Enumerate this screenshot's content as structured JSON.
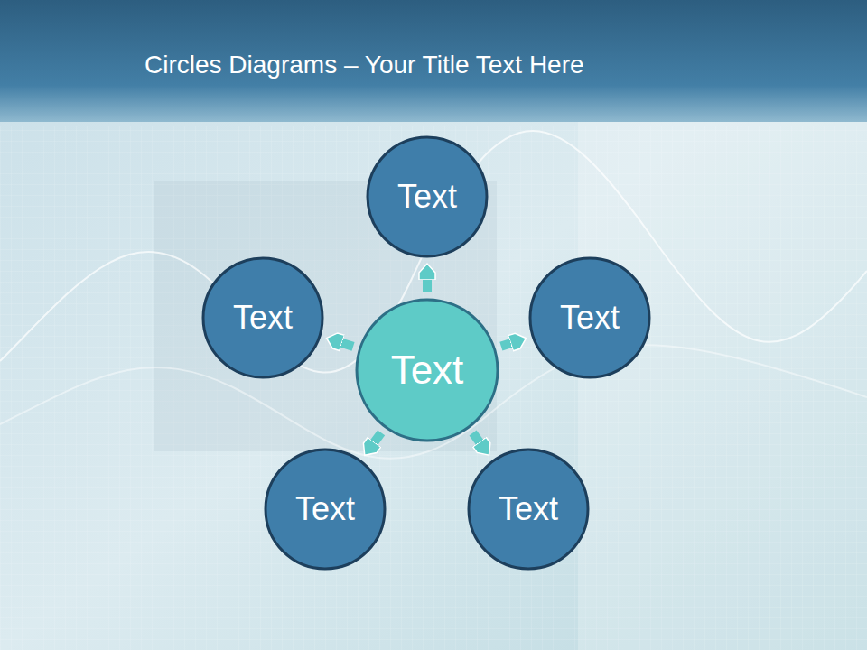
{
  "diagram": {
    "title": "Circles Diagrams – Your Title Text Here",
    "nodes": [
      {
        "text": [
          "Text"
        ]
      },
      {
        "text": [
          "Text"
        ]
      },
      {
        "text": [
          "Text"
        ]
      },
      {
        "text": [
          "Text"
        ]
      },
      {
        "text": [
          "Text"
        ]
      },
      {
        "text": [
          "Text"
        ]
      }
    ],
    "edges": [
      {
        "from": 3,
        "to": 0,
        "arrow": "to"
      },
      {
        "from": 3,
        "to": 1,
        "arrow": "to"
      },
      {
        "from": 3,
        "to": 2,
        "arrow": "to"
      },
      {
        "from": 3,
        "to": 4,
        "arrow": "to"
      },
      {
        "from": 3,
        "to": 5,
        "arrow": "to"
      }
    ]
  }
}
